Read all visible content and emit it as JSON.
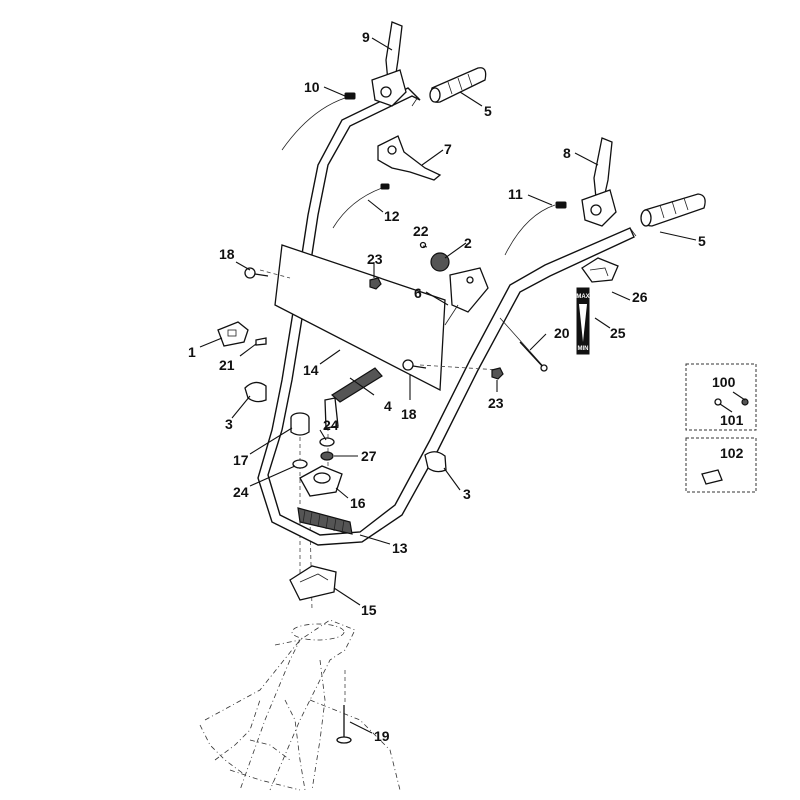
{
  "labels": {
    "p1": "1",
    "p2": "2",
    "p3a": "3",
    "p3b": "3",
    "p4": "4",
    "p5a": "5",
    "p5b": "5",
    "p6": "6",
    "p7": "7",
    "p8": "8",
    "p9": "9",
    "p10": "10",
    "p11": "11",
    "p12": "12",
    "p13": "13",
    "p14": "14",
    "p15": "15",
    "p16": "16",
    "p17": "17",
    "p18a": "18",
    "p18b": "18",
    "p19": "19",
    "p20": "20",
    "p21": "21",
    "p22": "22",
    "p23a": "23",
    "p23b": "23",
    "p24a": "24",
    "p24b": "24",
    "p25": "25",
    "p26": "26",
    "p27": "27",
    "p100": "100",
    "p101": "101",
    "p102": "102"
  },
  "gauge": {
    "max": "MAX",
    "min": "MIN"
  }
}
